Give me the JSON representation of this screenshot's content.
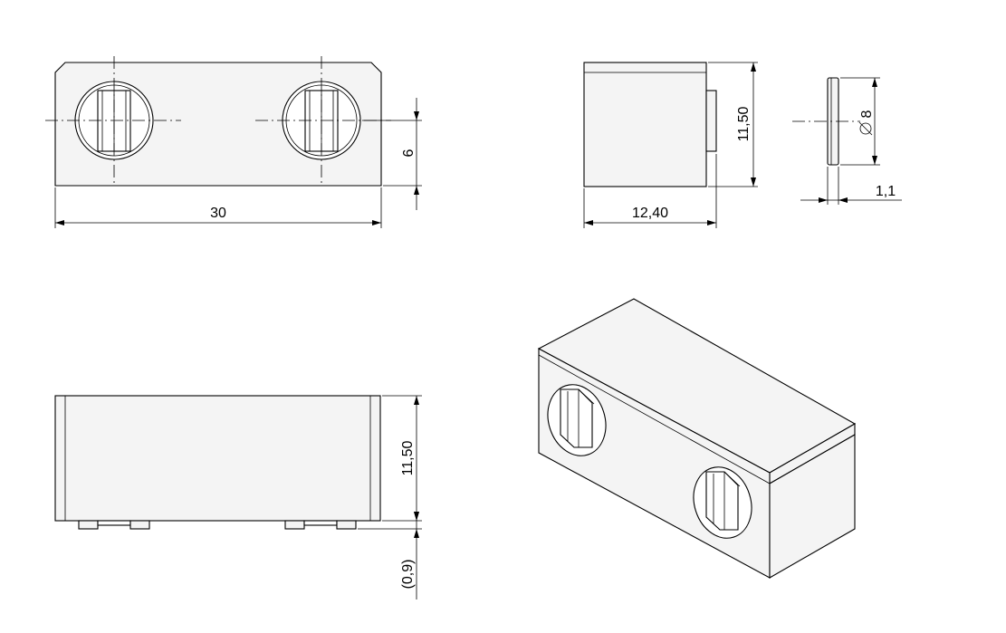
{
  "dimensions": {
    "front_width": "30",
    "front_height": "6",
    "side_width": "12,40",
    "side_height": "11,50",
    "pin_diameter": "8",
    "pin_thickness": "1,1",
    "bottom_height": "11,50",
    "bottom_offset": "(0,9)"
  },
  "colors": {
    "line": "#000000",
    "face": "#f4f4f4",
    "background": "#ffffff"
  }
}
